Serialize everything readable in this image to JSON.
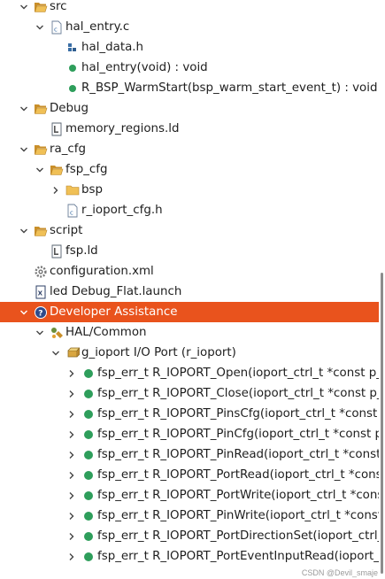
{
  "tree": {
    "rows": [
      {
        "label": "src",
        "icon": "folder-open-icon",
        "expander": "expanded"
      },
      {
        "label": "hal_entry.c",
        "icon": "c-file-icon",
        "expander": "expanded"
      },
      {
        "label": "hal_data.h",
        "icon": "include-icon",
        "expander": "none"
      },
      {
        "label": "hal_entry(void) : void",
        "icon": "function-icon",
        "expander": "none"
      },
      {
        "label": "R_BSP_WarmStart(bsp_warm_start_event_t) : void",
        "icon": "function-icon",
        "expander": "none"
      },
      {
        "label": "Debug",
        "icon": "folder-open-icon",
        "expander": "expanded"
      },
      {
        "label": "memory_regions.ld",
        "icon": "ld-file-icon",
        "expander": "none"
      },
      {
        "label": "ra_cfg",
        "icon": "folder-open-icon",
        "expander": "expanded"
      },
      {
        "label": "fsp_cfg",
        "icon": "folder-open-icon",
        "expander": "expanded"
      },
      {
        "label": "bsp",
        "icon": "folder-closed-icon",
        "expander": "collapsed"
      },
      {
        "label": "r_ioport_cfg.h",
        "icon": "h-file-icon",
        "expander": "none"
      },
      {
        "label": "script",
        "icon": "folder-open-icon",
        "expander": "expanded"
      },
      {
        "label": "fsp.ld",
        "icon": "ld-file-icon",
        "expander": "none"
      },
      {
        "label": "configuration.xml",
        "icon": "gear-icon",
        "expander": "none"
      },
      {
        "label": "led Debug_Flat.launch",
        "icon": "launch-file-icon",
        "expander": "none"
      },
      {
        "label": "Developer Assistance",
        "icon": "help-icon",
        "expander": "expanded",
        "selected": true
      },
      {
        "label": "HAL/Common",
        "icon": "hal-module-icon",
        "expander": "expanded"
      },
      {
        "label": "g_ioport I/O Port (r_ioport)",
        "icon": "instance-icon",
        "expander": "expanded"
      },
      {
        "label": "fsp_err_t R_IOPORT_Open(ioport_ctrl_t *const p_ctrl, const ioport_cfg_t *const p_cfg)",
        "icon": "api-function-icon",
        "expander": "collapsed"
      },
      {
        "label": "fsp_err_t R_IOPORT_Close(ioport_ctrl_t *const p_ctrl)",
        "icon": "api-function-icon",
        "expander": "collapsed"
      },
      {
        "label": "fsp_err_t R_IOPORT_PinsCfg(ioport_ctrl_t *const p_ctrl, const ioport_cfg_t *p_cfg)",
        "icon": "api-function-icon",
        "expander": "collapsed"
      },
      {
        "label": "fsp_err_t R_IOPORT_PinCfg(ioport_ctrl_t *const p_ctrl, bsp_io_port_pin_t pin, uint32_t cfg)",
        "icon": "api-function-icon",
        "expander": "collapsed"
      },
      {
        "label": "fsp_err_t R_IOPORT_PinRead(ioport_ctrl_t *const p_ctrl, bsp_io_port_pin_t pin, bsp_io_level_t *p_pin_value)",
        "icon": "api-function-icon",
        "expander": "collapsed"
      },
      {
        "label": "fsp_err_t R_IOPORT_PortRead(ioport_ctrl_t *const p_ctrl, bsp_io_port_t port, ioport_size_t *p_port_value)",
        "icon": "api-function-icon",
        "expander": "collapsed"
      },
      {
        "label": "fsp_err_t R_IOPORT_PortWrite(ioport_ctrl_t *const p_ctrl, bsp_io_port_t port, ioport_size_t value, ioport_size_t mask)",
        "icon": "api-function-icon",
        "expander": "collapsed"
      },
      {
        "label": "fsp_err_t R_IOPORT_PinWrite(ioport_ctrl_t *const p_ctrl, bsp_io_port_pin_t pin, bsp_io_level_t level)",
        "icon": "api-function-icon",
        "expander": "collapsed"
      },
      {
        "label": "fsp_err_t R_IOPORT_PortDirectionSet(ioport_ctrl_t *const p_ctrl, bsp_io_port_t port, ioport_size_t direction_values, ioport_size_t mask)",
        "icon": "api-function-icon",
        "expander": "collapsed"
      },
      {
        "label": "fsp_err_t R_IOPORT_PortEventInputRead(ioport_ctrl_t *const p_ctrl, bsp_io_port_t port, ioport_size_t *p_event_data)",
        "icon": "api-function-icon",
        "expander": "collapsed"
      }
    ]
  },
  "watermark": "CSDN @Devil_smaje",
  "colors": {
    "selection": "#e9531d",
    "folder": "#e8b24a",
    "function_green": "#2e9e5b",
    "include_blue": "#3a6ea5"
  }
}
